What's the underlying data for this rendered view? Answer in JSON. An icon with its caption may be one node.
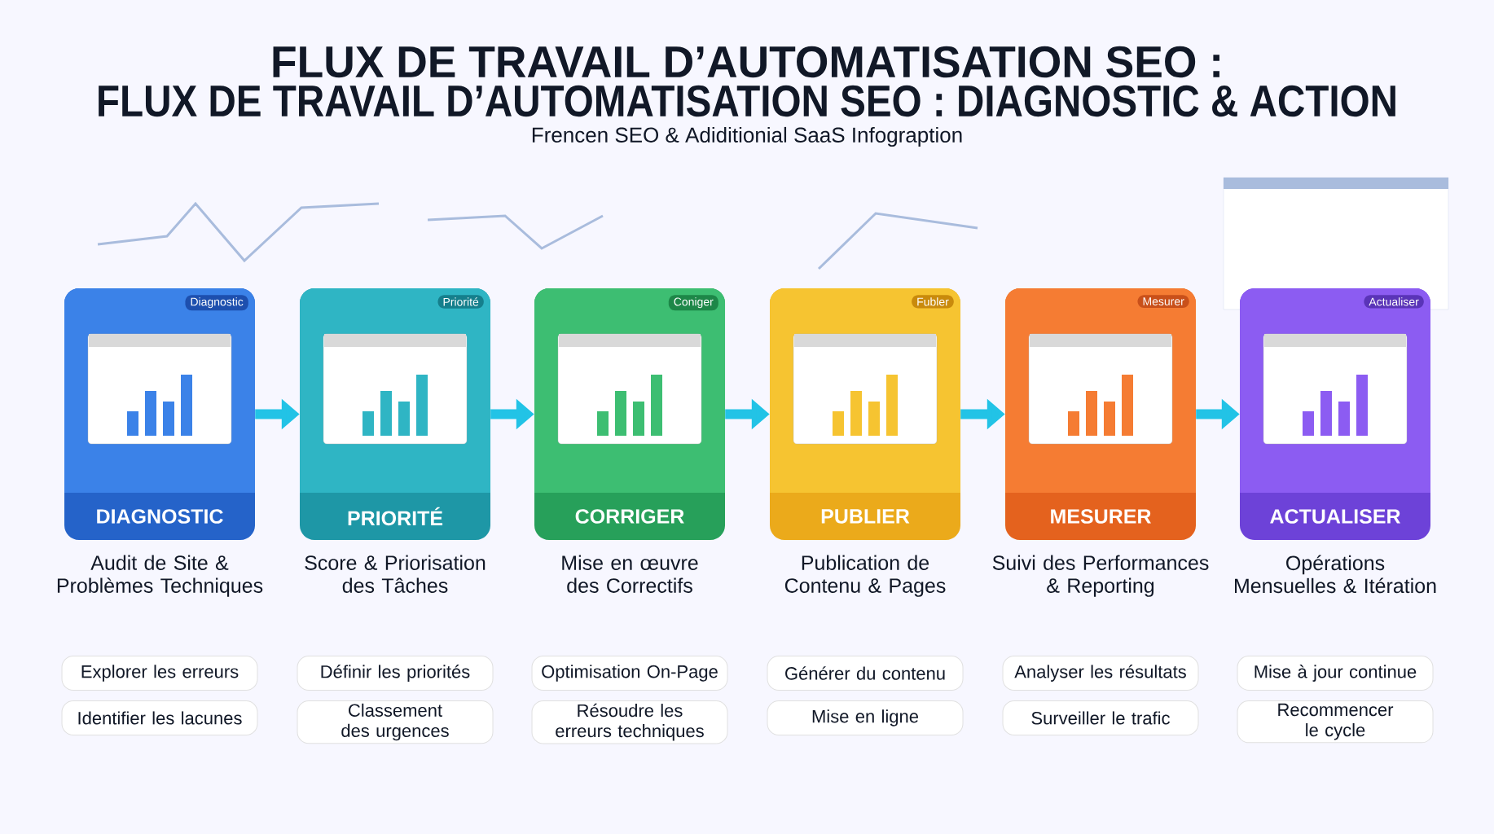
{
  "diagram": {
    "title": "FLUX DE TRAVAIL D’AUTOMATISATION SEO :",
    "nodes": [
      {
        "text": [
          "Diagnostic",
          "DIAGNOSTIC"
        ],
        "beside": [
          "Audit de Site & Problèmes Techniques"
        ]
      },
      {
        "text": [
          "Priorité",
          "PRIORITÉ"
        ],
        "beside": [
          "Score & Priorisation des Tâches"
        ]
      },
      {
        "text": [
          "Coniger",
          "CORRIGER"
        ],
        "beside": [
          "Mise en œuvre des Correctifs"
        ]
      },
      {
        "text": [
          "Fubler",
          "PUBLIER"
        ],
        "beside": [
          "Publication de Contenu & Pages"
        ]
      },
      {
        "text": [
          "Mesurer",
          "MESURER"
        ],
        "beside": [
          "Suivi des Performances & Reporting"
        ]
      },
      {
        "text": [
          "Actualiser",
          "ACTUALISER"
        ],
        "beside": [
          "Opérations Mensuelles & Itération"
        ]
      },
      {
        "text": [
          "Explorer les erreurs"
        ]
      },
      {
        "text": [
          "Identifier les lacunes"
        ]
      },
      {
        "text": [
          "Définir les priorités"
        ]
      },
      {
        "text": [
          "Classement des urgences"
        ]
      },
      {
        "text": [
          "Optimisation On-Page"
        ]
      },
      {
        "text": [
          "Résoudre les erreurs techniques"
        ]
      },
      {
        "text": [
          "Générer du contenu"
        ]
      },
      {
        "text": [
          "Mise en ligne"
        ]
      },
      {
        "text": [
          "Analyser les résultats"
        ]
      },
      {
        "text": [
          "Surveiller le trafic"
        ]
      },
      {
        "text": [
          "Mise à jour continue"
        ]
      },
      {
        "text": [
          "Recommencer le cycle"
        ]
      }
    ],
    "edges": [
      {
        "from": 0,
        "to": 1,
        "arrow": "to"
      },
      {
        "from": 1,
        "to": 2,
        "arrow": "to"
      },
      {
        "from": 2,
        "to": 3,
        "arrow": "to"
      },
      {
        "from": 3,
        "to": 4,
        "arrow": "to"
      },
      {
        "from": 4,
        "to": 5,
        "arrow": "to"
      }
    ],
    "labels": [
      "FLUX DE TRAVAIL D’AUTOMATISATION SEO : DIAGNOSTIC & ACTION",
      "Frencen SEO & Adiditionial SaaS Infograption"
    ]
  }
}
